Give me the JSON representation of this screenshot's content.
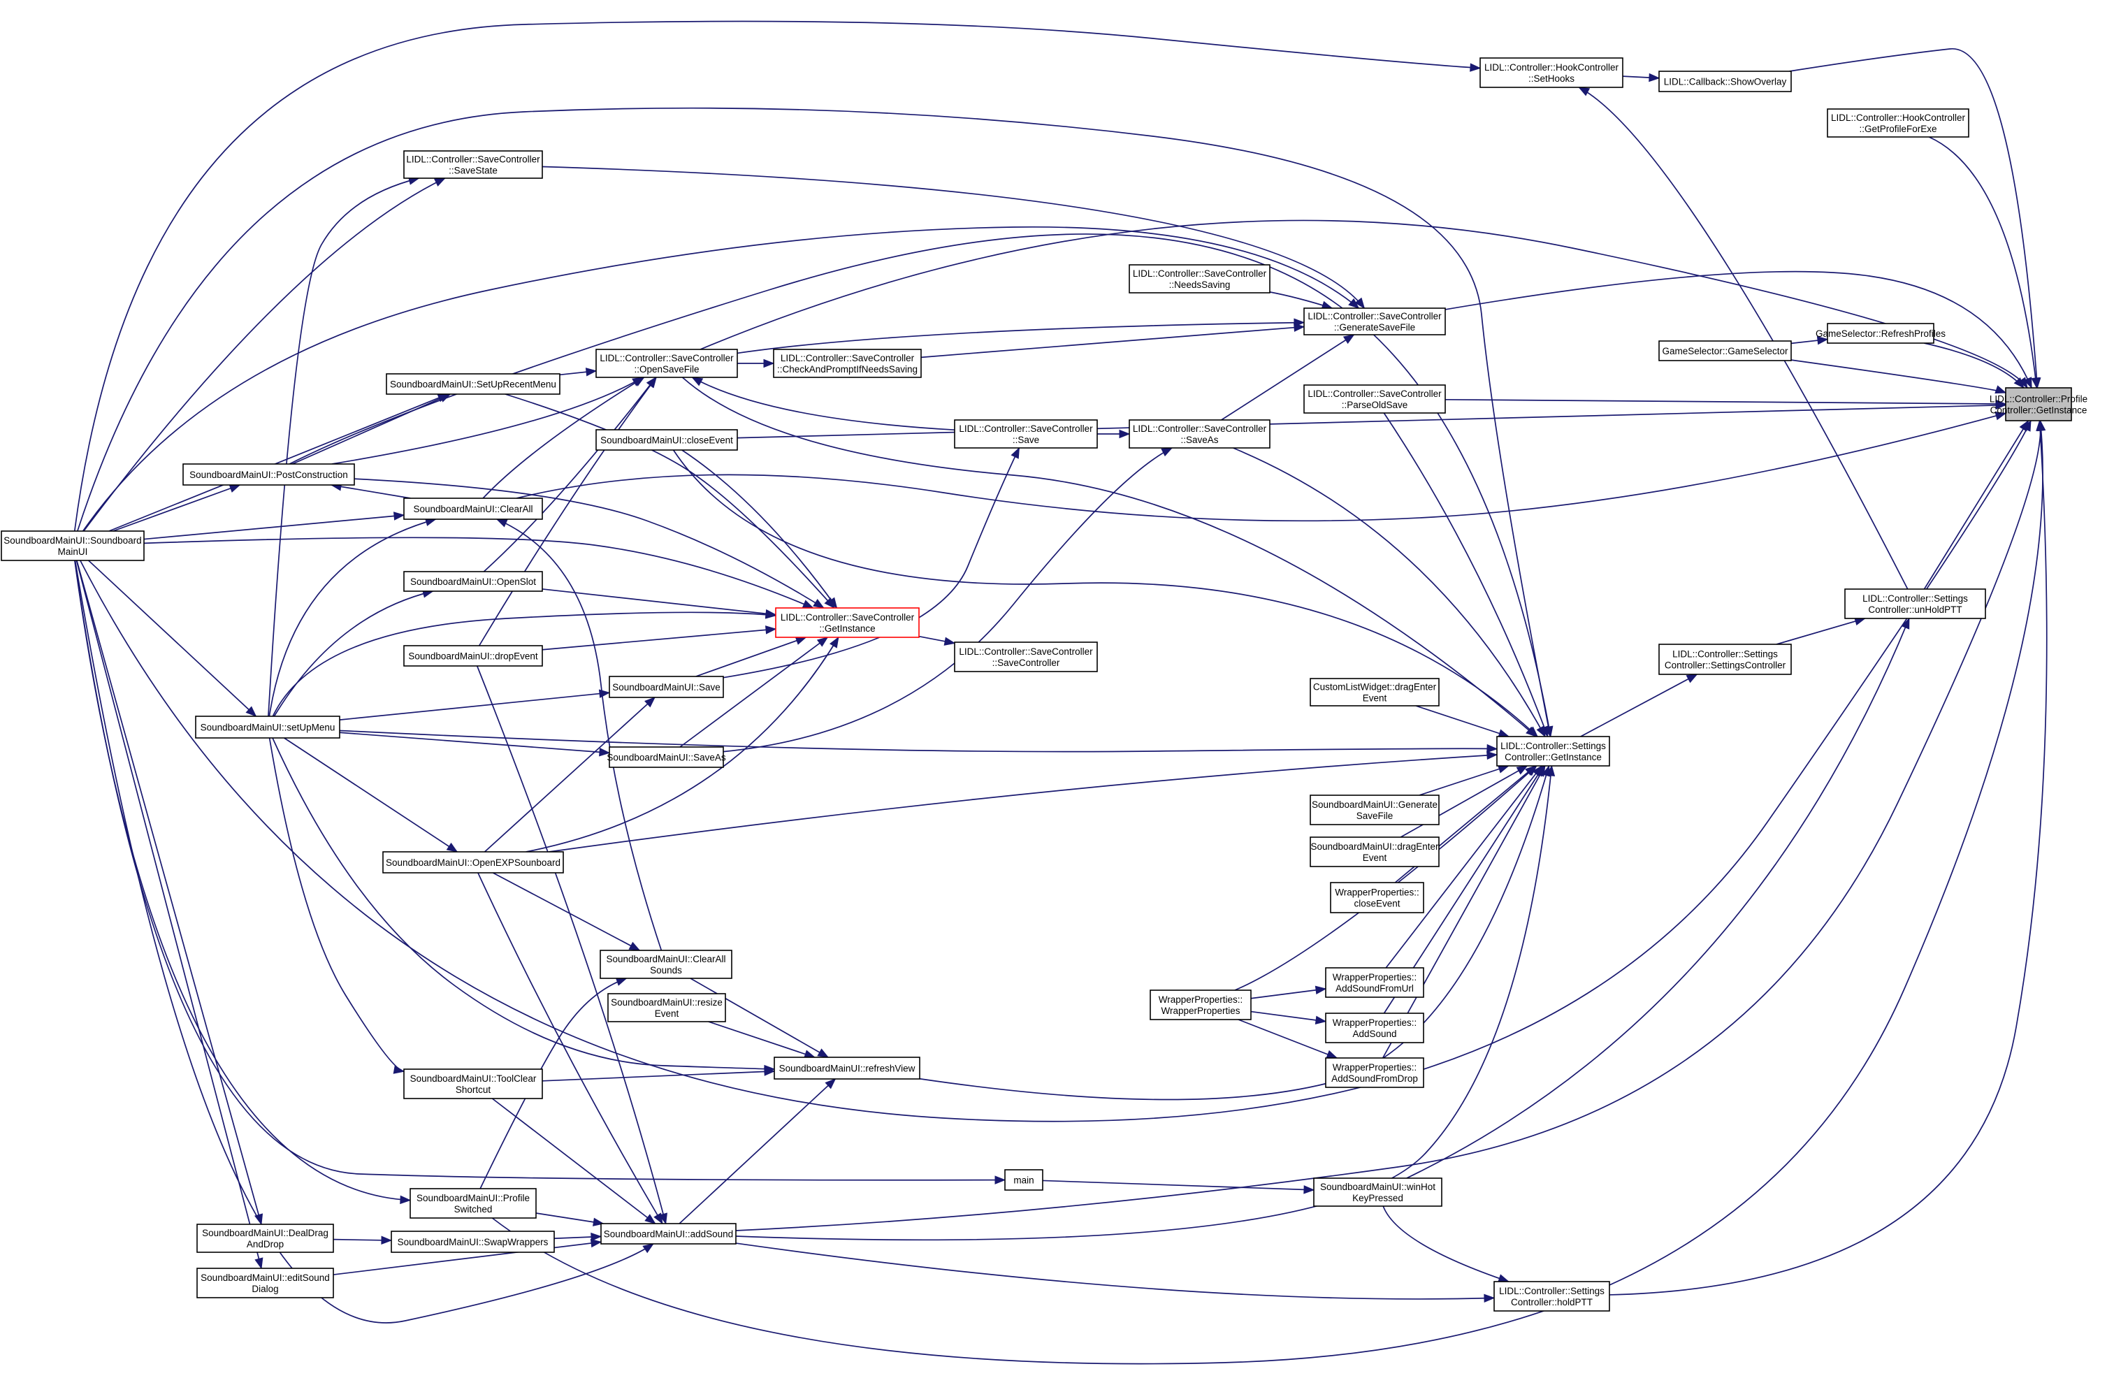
{
  "graph": {
    "edge_color": "#191970",
    "highlight_color": "#ff0000",
    "target_fill": "#bfbfbf",
    "nodes": [
      {
        "id": "n0",
        "lines": [
          "LIDL::Controller::Profile",
          "Controller::GetInstance"
        ],
        "style": "target"
      },
      {
        "id": "n1",
        "lines": [
          "LIDL::Controller::HookController",
          "::SetHooks"
        ]
      },
      {
        "id": "n2",
        "lines": [
          "LIDL::Callback::ShowOverlay"
        ]
      },
      {
        "id": "n3",
        "lines": [
          "LIDL::Controller::HookController",
          "::GetProfileForExe"
        ]
      },
      {
        "id": "n4",
        "lines": [
          "LIDL::Controller::SaveController",
          "::SaveState"
        ]
      },
      {
        "id": "n5",
        "lines": [
          "LIDL::Controller::SaveController",
          "::NeedsSaving"
        ]
      },
      {
        "id": "n6",
        "lines": [
          "LIDL::Controller::SaveController",
          "::GenerateSaveFile"
        ]
      },
      {
        "id": "n7",
        "lines": [
          "GameSelector::RefreshProfiles"
        ]
      },
      {
        "id": "n8",
        "lines": [
          "GameSelector::GameSelector"
        ]
      },
      {
        "id": "n9",
        "lines": [
          "LIDL::Controller::SaveController",
          "::OpenSaveFile"
        ]
      },
      {
        "id": "n10",
        "lines": [
          "LIDL::Controller::SaveController",
          "::CheckAndPromptIfNeedsSaving"
        ]
      },
      {
        "id": "n11",
        "lines": [
          "SoundboardMainUI::SetUpRecentMenu"
        ]
      },
      {
        "id": "n12",
        "lines": [
          "LIDL::Controller::SaveController",
          "::ParseOldSave"
        ]
      },
      {
        "id": "n13",
        "lines": [
          "SoundboardMainUI::closeEvent"
        ]
      },
      {
        "id": "n14",
        "lines": [
          "LIDL::Controller::SaveController",
          "::Save"
        ]
      },
      {
        "id": "n15",
        "lines": [
          "LIDL::Controller::SaveController",
          "::SaveAs"
        ]
      },
      {
        "id": "n16",
        "lines": [
          "SoundboardMainUI::PostConstruction"
        ]
      },
      {
        "id": "n17",
        "lines": [
          "SoundboardMainUI::ClearAll"
        ]
      },
      {
        "id": "n18",
        "lines": [
          "SoundboardMainUI::Soundboard",
          "MainUI"
        ]
      },
      {
        "id": "n19",
        "lines": [
          "SoundboardMainUI::OpenSlot"
        ]
      },
      {
        "id": "n20",
        "lines": [
          "LIDL::Controller::SaveController",
          "::GetInstance"
        ],
        "style": "highlight"
      },
      {
        "id": "n21",
        "lines": [
          "LIDL::Controller::Settings",
          "Controller::unHoldPTT"
        ]
      },
      {
        "id": "n22",
        "lines": [
          "SoundboardMainUI::dropEvent"
        ]
      },
      {
        "id": "n23",
        "lines": [
          "LIDL::Controller::SaveController",
          "::SaveController"
        ]
      },
      {
        "id": "n24",
        "lines": [
          "LIDL::Controller::Settings",
          "Controller::SettingsController"
        ]
      },
      {
        "id": "n25",
        "lines": [
          "SoundboardMainUI::Save"
        ]
      },
      {
        "id": "n26",
        "lines": [
          "CustomListWidget::dragEnter",
          "Event"
        ]
      },
      {
        "id": "n27",
        "lines": [
          "SoundboardMainUI::setUpMenu"
        ]
      },
      {
        "id": "n28",
        "lines": [
          "SoundboardMainUI::SaveAs"
        ]
      },
      {
        "id": "n29",
        "lines": [
          "LIDL::Controller::Settings",
          "Controller::GetInstance"
        ]
      },
      {
        "id": "n30",
        "lines": [
          "SoundboardMainUI::Generate",
          "SaveFile"
        ]
      },
      {
        "id": "n31",
        "lines": [
          "SoundboardMainUI::OpenEXPSounboard"
        ]
      },
      {
        "id": "n32",
        "lines": [
          "SoundboardMainUI::dragEnter",
          "Event"
        ]
      },
      {
        "id": "n33",
        "lines": [
          "WrapperProperties::",
          "closeEvent"
        ]
      },
      {
        "id": "n34",
        "lines": [
          "SoundboardMainUI::ClearAll",
          "Sounds"
        ]
      },
      {
        "id": "n35",
        "lines": [
          "WrapperProperties::",
          "AddSoundFromUrl"
        ]
      },
      {
        "id": "n36",
        "lines": [
          "WrapperProperties::",
          "WrapperProperties"
        ]
      },
      {
        "id": "n37",
        "lines": [
          "SoundboardMainUI::resize",
          "Event"
        ]
      },
      {
        "id": "n38",
        "lines": [
          "WrapperProperties::",
          "AddSound"
        ]
      },
      {
        "id": "n39",
        "lines": [
          "SoundboardMainUI::refreshView"
        ]
      },
      {
        "id": "n40",
        "lines": [
          "WrapperProperties::",
          "AddSoundFromDrop"
        ]
      },
      {
        "id": "n41",
        "lines": [
          "SoundboardMainUI::ToolClear",
          "Shortcut"
        ]
      },
      {
        "id": "n42",
        "lines": [
          "main"
        ]
      },
      {
        "id": "n43",
        "lines": [
          "SoundboardMainUI::winHot",
          "KeyPressed"
        ]
      },
      {
        "id": "n44",
        "lines": [
          "SoundboardMainUI::Profile",
          "Switched"
        ]
      },
      {
        "id": "n45",
        "lines": [
          "SoundboardMainUI::DealDrag",
          "AndDrop"
        ]
      },
      {
        "id": "n46",
        "lines": [
          "SoundboardMainUI::SwapWrappers"
        ]
      },
      {
        "id": "n47",
        "lines": [
          "SoundboardMainUI::addSound"
        ]
      },
      {
        "id": "n48",
        "lines": [
          "SoundboardMainUI::editSound",
          "Dialog"
        ]
      },
      {
        "id": "n49",
        "lines": [
          "LIDL::Controller::Settings",
          "Controller::holdPTT"
        ]
      }
    ],
    "edges": [
      [
        "n1",
        "n2"
      ],
      [
        "n2",
        "n0"
      ],
      [
        "n3",
        "n0"
      ],
      [
        "n4",
        "n6"
      ],
      [
        "n5",
        "n6"
      ],
      [
        "n6",
        "n0"
      ],
      [
        "n7",
        "n0"
      ],
      [
        "n8",
        "n7"
      ],
      [
        "n8",
        "n0"
      ],
      [
        "n9",
        "n10"
      ],
      [
        "n9",
        "n6"
      ],
      [
        "n9",
        "n0"
      ],
      [
        "n9",
        "n29"
      ],
      [
        "n10",
        "n6"
      ],
      [
        "n11",
        "n9"
      ],
      [
        "n11",
        "n20"
      ],
      [
        "n12",
        "n0"
      ],
      [
        "n12",
        "n29"
      ],
      [
        "n13",
        "n0"
      ],
      [
        "n13",
        "n20"
      ],
      [
        "n13",
        "n29"
      ],
      [
        "n14",
        "n15"
      ],
      [
        "n14",
        "n9"
      ],
      [
        "n15",
        "n6"
      ],
      [
        "n15",
        "n29"
      ],
      [
        "n16",
        "n11"
      ],
      [
        "n16",
        "n9"
      ],
      [
        "n16",
        "n20"
      ],
      [
        "n16",
        "n29"
      ],
      [
        "n17",
        "n16"
      ],
      [
        "n17",
        "n9"
      ],
      [
        "n17",
        "n0"
      ],
      [
        "n18",
        "n16"
      ],
      [
        "n18",
        "n17"
      ],
      [
        "n18",
        "n27"
      ],
      [
        "n18",
        "n4"
      ],
      [
        "n18",
        "n1"
      ],
      [
        "n18",
        "n11"
      ],
      [
        "n18",
        "n20"
      ],
      [
        "n18",
        "n29"
      ],
      [
        "n18",
        "n42"
      ],
      [
        "n18",
        "n44"
      ],
      [
        "n18",
        "n45"
      ],
      [
        "n18",
        "n48"
      ],
      [
        "n18",
        "n47"
      ],
      [
        "n18",
        "n6"
      ],
      [
        "n18",
        "n0"
      ],
      [
        "n19",
        "n20"
      ],
      [
        "n19",
        "n9"
      ],
      [
        "n20",
        "n23"
      ],
      [
        "n21",
        "n0"
      ],
      [
        "n21",
        "n1"
      ],
      [
        "n22",
        "n20"
      ],
      [
        "n22",
        "n9"
      ],
      [
        "n22",
        "n47"
      ],
      [
        "n24",
        "n21"
      ],
      [
        "n25",
        "n20"
      ],
      [
        "n25",
        "n14"
      ],
      [
        "n26",
        "n29"
      ],
      [
        "n27",
        "n17"
      ],
      [
        "n27",
        "n19"
      ],
      [
        "n27",
        "n25"
      ],
      [
        "n27",
        "n28"
      ],
      [
        "n27",
        "n31"
      ],
      [
        "n27",
        "n4"
      ],
      [
        "n27",
        "n20"
      ],
      [
        "n27",
        "n29"
      ],
      [
        "n27",
        "n41"
      ],
      [
        "n27",
        "n39"
      ],
      [
        "n28",
        "n20"
      ],
      [
        "n28",
        "n15"
      ],
      [
        "n29",
        "n24"
      ],
      [
        "n30",
        "n29"
      ],
      [
        "n31",
        "n20"
      ],
      [
        "n31",
        "n25"
      ],
      [
        "n31",
        "n29"
      ],
      [
        "n31",
        "n34"
      ],
      [
        "n31",
        "n47"
      ],
      [
        "n32",
        "n29"
      ],
      [
        "n33",
        "n29"
      ],
      [
        "n34",
        "n39"
      ],
      [
        "n34",
        "n17"
      ],
      [
        "n35",
        "n29"
      ],
      [
        "n36",
        "n35"
      ],
      [
        "n36",
        "n38"
      ],
      [
        "n36",
        "n40"
      ],
      [
        "n36",
        "n29"
      ],
      [
        "n37",
        "n39"
      ],
      [
        "n38",
        "n29"
      ],
      [
        "n39",
        "n29"
      ],
      [
        "n40",
        "n29"
      ],
      [
        "n41",
        "n39"
      ],
      [
        "n41",
        "n47"
      ],
      [
        "n42",
        "n43"
      ],
      [
        "n43",
        "n21"
      ],
      [
        "n43",
        "n49"
      ],
      [
        "n44",
        "n34"
      ],
      [
        "n44",
        "n47"
      ],
      [
        "n44",
        "n0"
      ],
      [
        "n45",
        "n46"
      ],
      [
        "n46",
        "n47"
      ],
      [
        "n47",
        "n39"
      ],
      [
        "n47",
        "n49"
      ],
      [
        "n47",
        "n0"
      ],
      [
        "n47",
        "n29"
      ],
      [
        "n48",
        "n47"
      ],
      [
        "n49",
        "n0"
      ]
    ]
  }
}
